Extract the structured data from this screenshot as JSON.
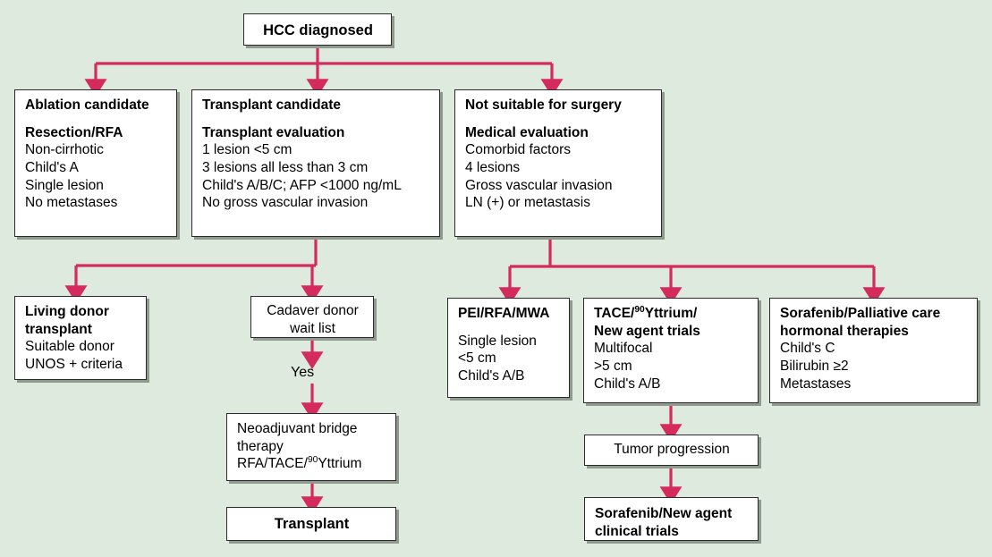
{
  "meta": {
    "title": "HCC diagnosed treatment algorithm",
    "background_color": "#deeade",
    "connector_color": "#d42a5e",
    "node_fill": "#ffffff",
    "node_border": "#2b2b2b",
    "shadow_color": "#8e9a8e"
  },
  "nodes": {
    "root": {
      "title": "HCC diagnosed"
    },
    "ablation": {
      "heading": "Ablation candidate",
      "subheading": "Resection/RFA",
      "items": [
        "Non-cirrhotic",
        "Child's A",
        "Single lesion",
        "No metastases"
      ]
    },
    "transplant": {
      "heading": "Transplant candidate",
      "subheading": "Transplant evaluation",
      "items": [
        "1 lesion <5 cm",
        "3 lesions all less than 3 cm",
        "Child's A/B/C; AFP <1000 ng/mL",
        "No gross vascular invasion"
      ]
    },
    "not_suitable": {
      "heading": "Not suitable for surgery",
      "subheading": "Medical evaluation",
      "items": [
        "Comorbid factors",
        "4 lesions",
        "Gross vascular invasion",
        "LN (+) or metastasis"
      ]
    },
    "living_donor": {
      "heading_line1": "Living donor",
      "heading_line2": "transplant",
      "items": [
        "Suitable donor",
        "UNOS + criteria"
      ]
    },
    "cadaver": {
      "line1": "Cadaver donor",
      "line2": "wait list"
    },
    "yes_label": "Yes",
    "neoadjuvant": {
      "line1": "Neoadjuvant bridge",
      "line2": "therapy",
      "line3_prefix": "RFA/TACE/",
      "line3_sup": "90",
      "line3_suffix": "Yttrium"
    },
    "transplant_final": {
      "title": "Transplant"
    },
    "pei": {
      "heading": "PEI/RFA/MWA",
      "items": [
        "Single lesion",
        "<5 cm",
        "Child's A/B"
      ]
    },
    "tace": {
      "heading_prefix": "TACE/",
      "heading_sup": "90",
      "heading_suffix": "Yttrium/",
      "heading_line2": "New agent trials",
      "items": [
        "Multifocal",
        ">5 cm",
        "Child's A/B"
      ]
    },
    "sorafenib_palliative": {
      "heading_line1": "Sorafenib/Palliative care",
      "heading_line2": "hormonal therapies",
      "items": [
        "Child's C",
        "Bilirubin ≥2",
        "Metastases"
      ]
    },
    "tumor_progression": {
      "title": "Tumor progression"
    },
    "sorafenib_trials": {
      "line1": "Sorafenib/New agent",
      "line2": "clinical trials"
    }
  }
}
